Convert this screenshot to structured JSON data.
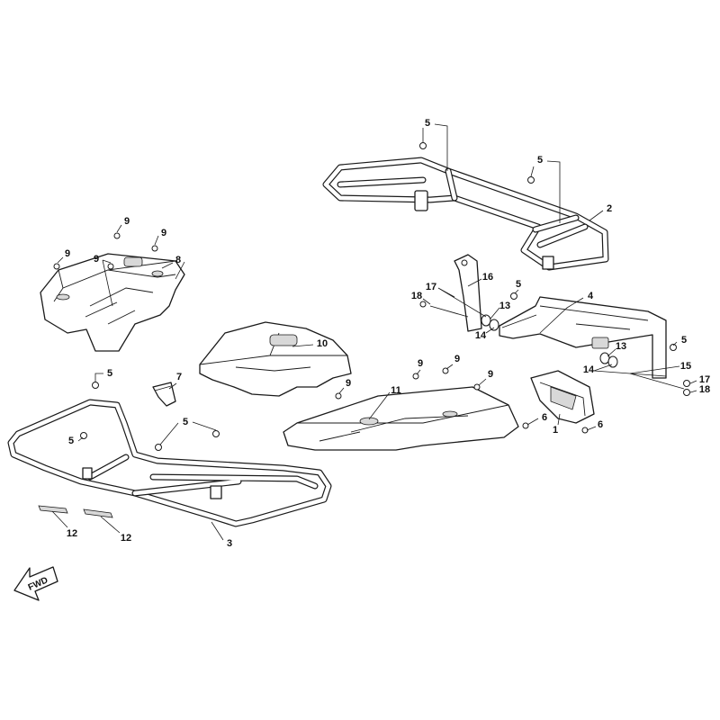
{
  "diagram": {
    "fwd_label": "FWD"
  },
  "callouts": [
    {
      "label": "5"
    },
    {
      "label": "5"
    },
    {
      "label": "2"
    },
    {
      "label": "9"
    },
    {
      "label": "9"
    },
    {
      "label": "9"
    },
    {
      "label": "9"
    },
    {
      "label": "8"
    },
    {
      "label": "16"
    },
    {
      "label": "5"
    },
    {
      "label": "4"
    },
    {
      "label": "17"
    },
    {
      "label": "18"
    },
    {
      "label": "13"
    },
    {
      "label": "14"
    },
    {
      "label": "10"
    },
    {
      "label": "13"
    },
    {
      "label": "5"
    },
    {
      "label": "7"
    },
    {
      "label": "5"
    },
    {
      "label": "9"
    },
    {
      "label": "9"
    },
    {
      "label": "14"
    },
    {
      "label": "15"
    },
    {
      "label": "9"
    },
    {
      "label": "9"
    },
    {
      "label": "11"
    },
    {
      "label": "17"
    },
    {
      "label": "18"
    },
    {
      "label": "6"
    },
    {
      "label": "1"
    },
    {
      "label": "6"
    },
    {
      "label": "5"
    },
    {
      "label": "5"
    },
    {
      "label": "12"
    },
    {
      "label": "12"
    },
    {
      "label": "3"
    }
  ]
}
